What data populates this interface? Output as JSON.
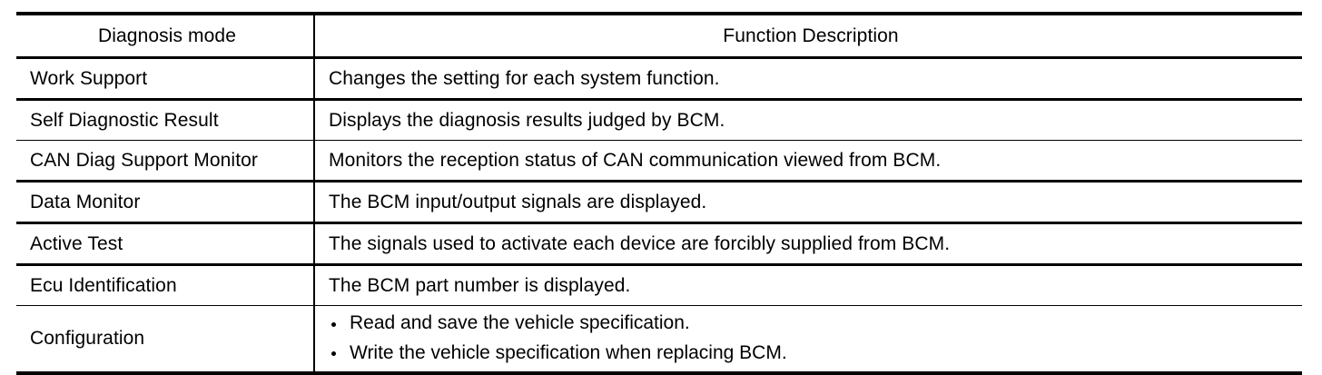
{
  "table": {
    "columns": [
      {
        "key": "mode",
        "header": "Diagnosis mode",
        "align": "center"
      },
      {
        "key": "description",
        "header": "Function Description",
        "align": "center"
      }
    ],
    "rows": [
      {
        "mode": "Work Support",
        "description": "Changes the setting for each system function.",
        "separator_below": "thick"
      },
      {
        "mode": "Self Diagnostic Result",
        "description": "Displays the diagnosis results judged by BCM.",
        "separator_below": "thin"
      },
      {
        "mode": "CAN Diag Support Monitor",
        "description": "Monitors the reception status of CAN communication viewed from BCM.",
        "separator_below": "thick"
      },
      {
        "mode": "Data Monitor",
        "description": "The BCM input/output signals are displayed.",
        "separator_below": "thick"
      },
      {
        "mode": "Active Test",
        "description": "The signals used to activate each device are forcibly supplied from BCM.",
        "separator_below": "thick"
      },
      {
        "mode": "Ecu Identification",
        "description": "The BCM part number is displayed.",
        "separator_below": "thin"
      },
      {
        "mode": "Configuration",
        "description_bullets": [
          "Read and save the vehicle specification.",
          "Write the vehicle specification when replacing BCM."
        ],
        "separator_below": "thick-bottom"
      }
    ]
  },
  "style": {
    "text_color": "#000000",
    "rule_color": "#000000",
    "background": "#ffffff"
  }
}
